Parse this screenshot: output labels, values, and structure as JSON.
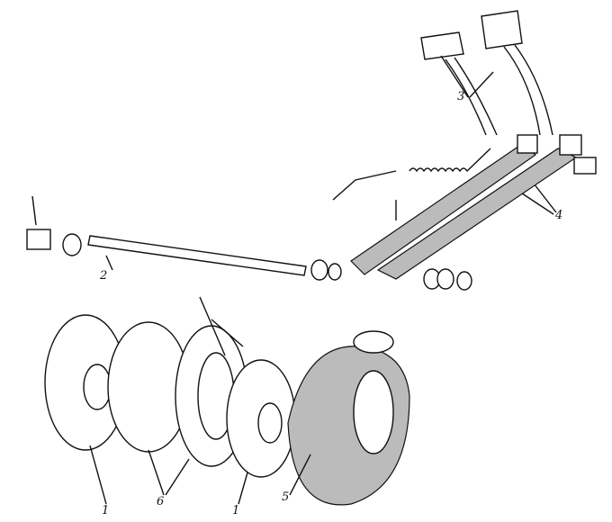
{
  "callouts": [
    {
      "id": "clutch-disc-left",
      "text": "1"
    },
    {
      "id": "shaft",
      "text": "2"
    },
    {
      "id": "pedals",
      "text": "3"
    },
    {
      "id": "levers",
      "text": "4"
    },
    {
      "id": "housing",
      "text": "5"
    },
    {
      "id": "pressure-plates",
      "text": "6"
    },
    {
      "id": "clutch-disc-right",
      "text": "1"
    }
  ]
}
